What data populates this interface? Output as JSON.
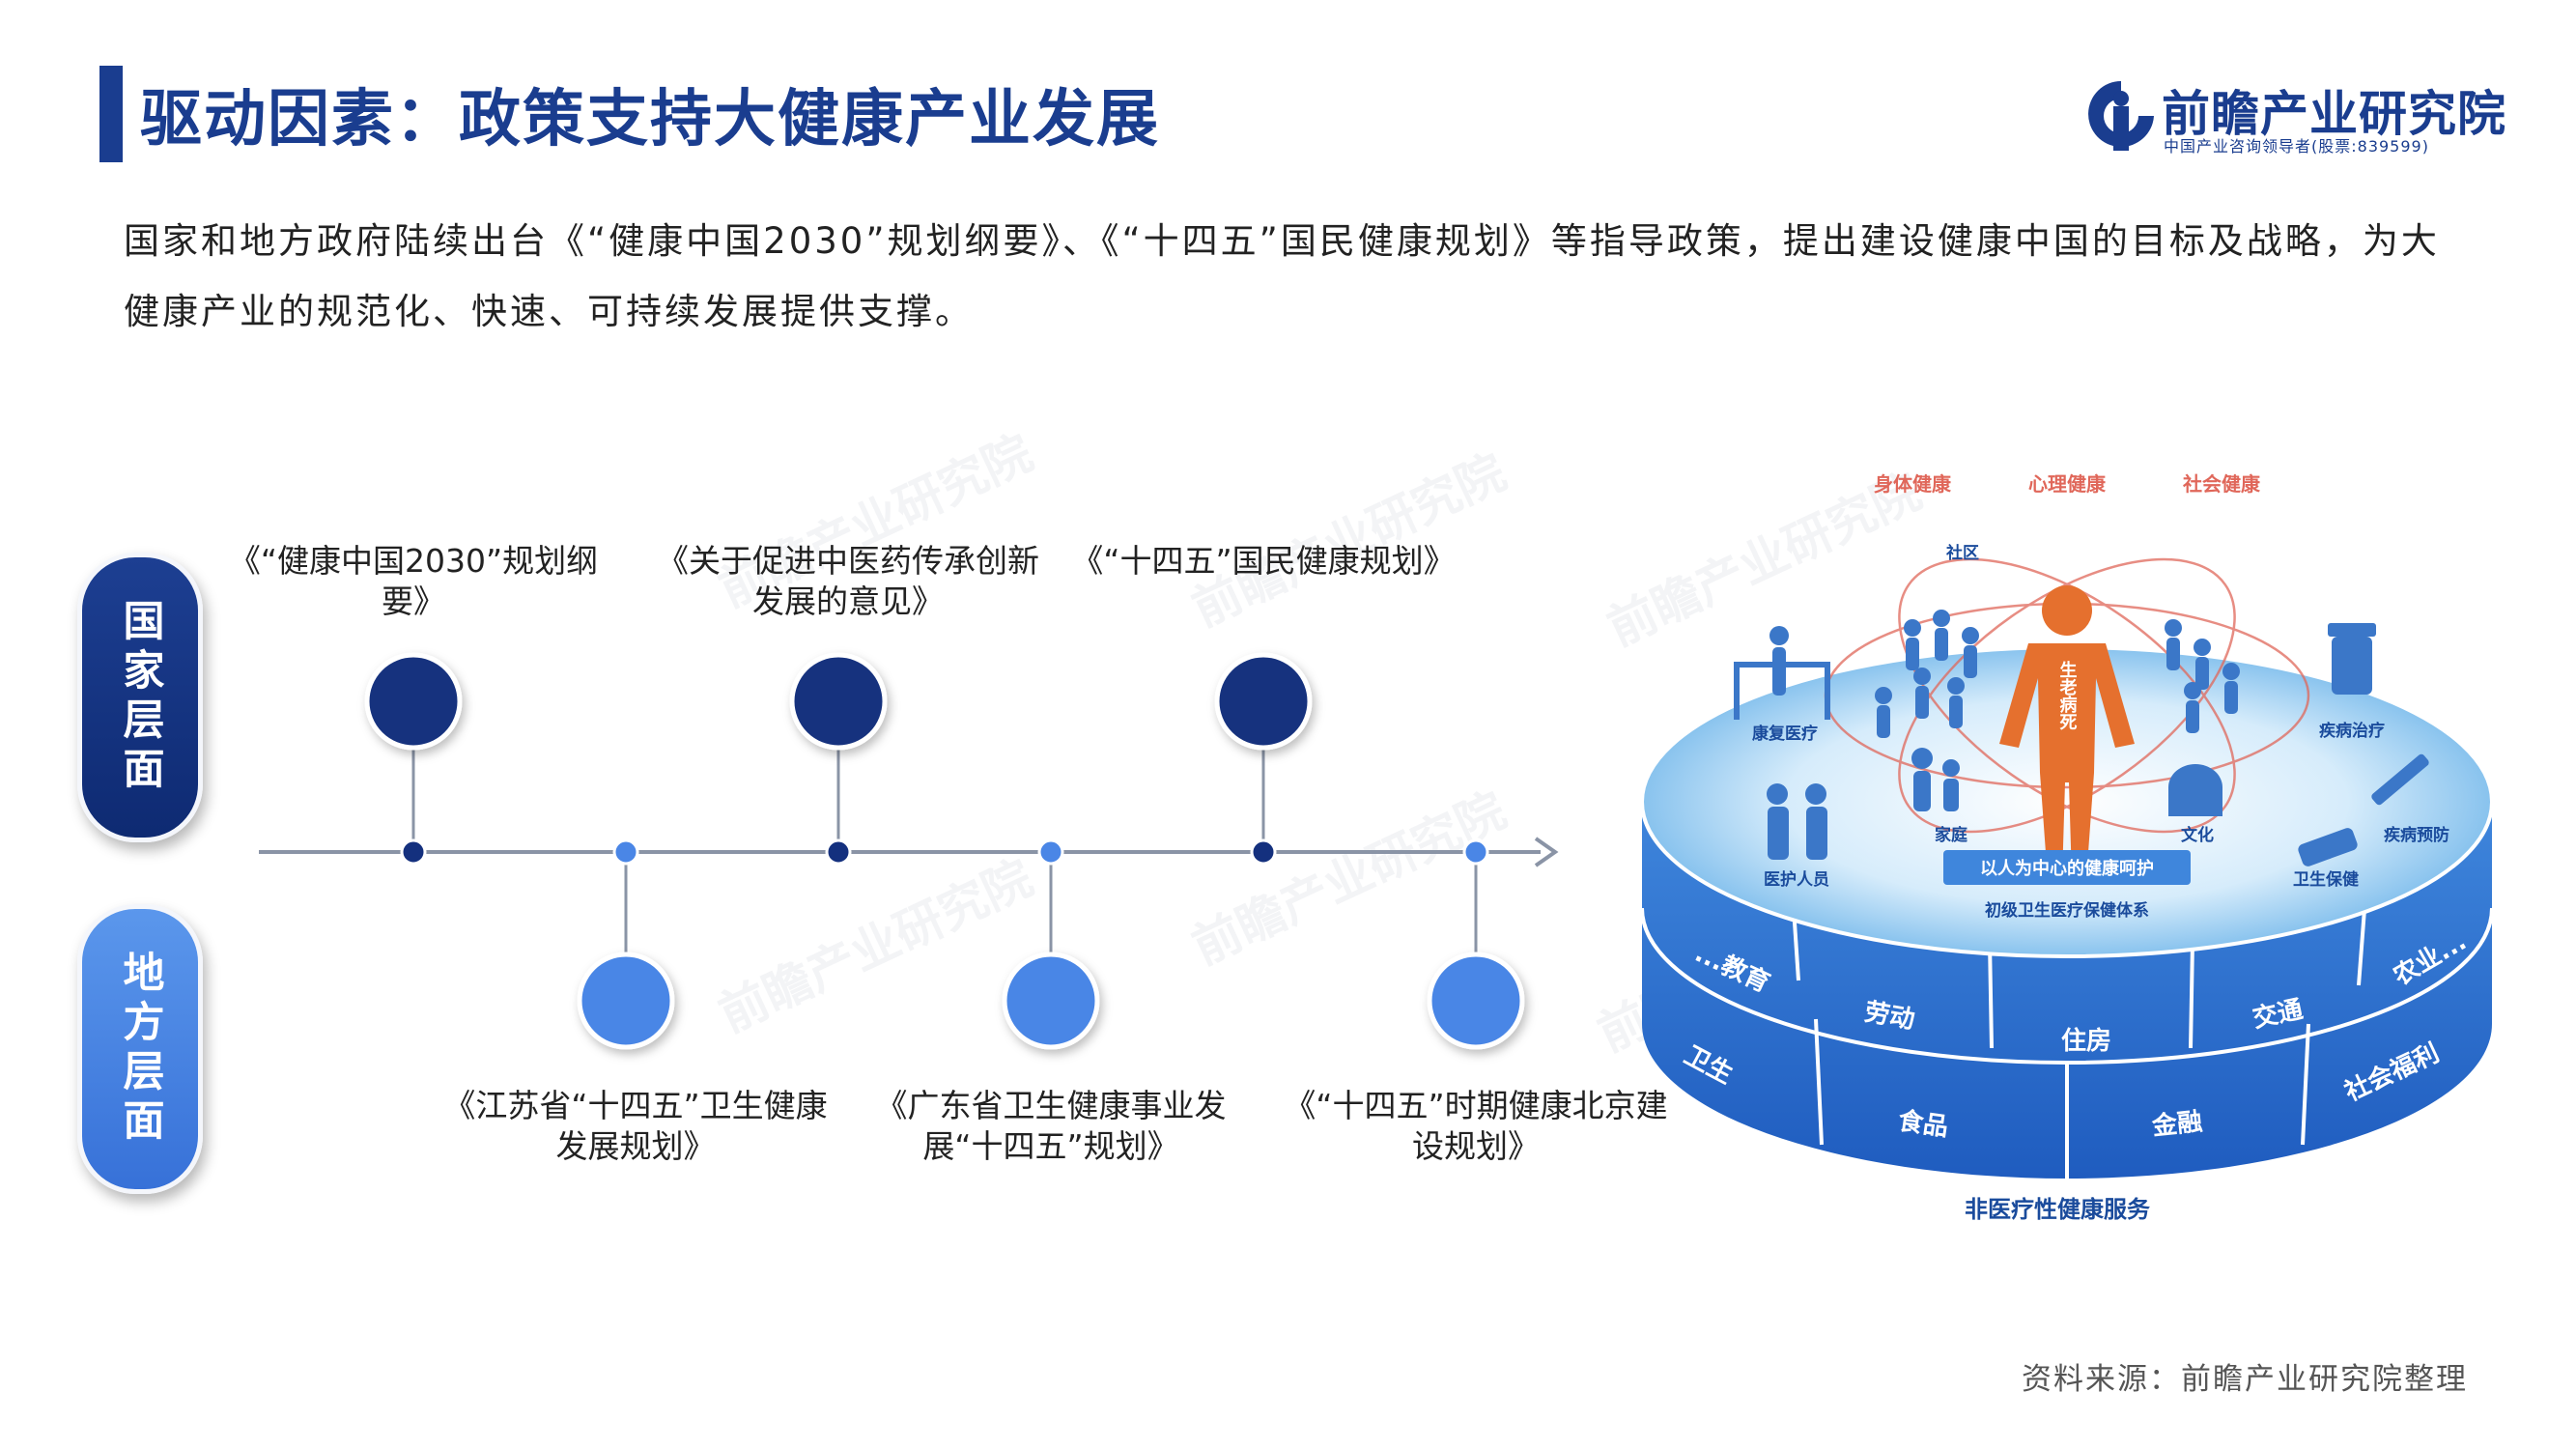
{
  "header": {
    "title": "驱动因素：政策支持大健康产业发展",
    "logo_name": "前瞻产业研究院",
    "logo_sub": "中国产业咨询领导者(股票:839599)"
  },
  "intro": "国家和地方政府陆续出台《“健康中国2030”规划纲要》、《“十四五”国民健康规划》等指导政策，提出建设健康中国的目标及战略，为大健康产业的规范化、快速、可持续发展提供支撑。",
  "levels": {
    "national": "国家层面",
    "local": "地方层面"
  },
  "national_policies": [
    "《“健康中国2030”规划纲要》",
    "《关于促进中医药传承创新发展的意见》",
    "《“十四五”国民健康规划》"
  ],
  "local_policies": [
    "《江苏省“十四五”卫生健康发展规划》",
    "《广东省卫生健康事业发展“十四五”规划》",
    "《“十四五”时期健康北京建设规划》"
  ],
  "diagram": {
    "top_labels": [
      "身体健康",
      "心理健康",
      "社会健康"
    ],
    "center_label": "生老病死",
    "care_label": "以人为中心的健康呵护",
    "inner_labels": [
      "社区",
      "家庭",
      "文化",
      "康复医疗",
      "疾病治疗",
      "疾病预防",
      "医护人员",
      "卫生保健"
    ],
    "primary_system": "初级卫生医疗保健体系",
    "ring_upper": [
      "...教育",
      "劳动",
      "住房",
      "交通",
      "农业..."
    ],
    "ring_lower": [
      "卫生",
      "食品",
      "金融",
      "社会福利"
    ],
    "bottom_label": "非医疗性健康服务"
  },
  "watermark": "前瞻产业研究院",
  "footer": {
    "source": "资料来源：前瞻产业研究院整理"
  },
  "colors": {
    "primary": "#1a3d8f",
    "national_node": "#14307e",
    "local_node": "#4a86e6",
    "axis": "#8a94a6",
    "figure": "#e5702e"
  }
}
